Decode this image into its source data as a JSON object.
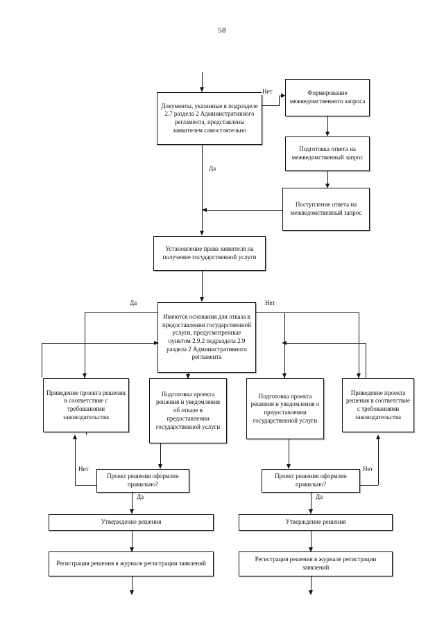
{
  "document": {
    "page_number": "58",
    "type": "flowchart",
    "language": "ru"
  },
  "nodes": {
    "docs_decision": "Документы, указанные в подразделе 2.7 раздела 2 Административного регламента, представлены заявителем самостоятельно",
    "form_request": "Формирование межведомственного запроса",
    "prepare_answer": "Подготовка ответа на межведомственный запрос",
    "receive_answer": "Поступление ответа на межведомственный запрос",
    "establish_right": "Установление права заявителя на получение государственной услуги",
    "refusal_decision": "Имеются основания для отказа в предоставлении государственной услуги, предусмотренные пунктом 2.9.2 подраздела 2.9 раздела 2 Административного регламента",
    "align_left": "Приведение проекта решения в соответствие с требованиями законодательства",
    "prepare_refusal": "Подготовка проекта решения и уведомления об отказе в предоставлении государственной услуги",
    "prepare_grant": "Подготовка проекта решения и уведомления о предоставлении государственной услуги",
    "align_right": "Приведение проекта решения в соответствие с требованиями законодательства",
    "check_left": "Проект решения оформлен правильно?",
    "check_right": "Проект решения оформлен правильно?",
    "approve_left": "Утверждение решения",
    "approve_right": "Утверждение решения",
    "register_left": "Регистрация решения в журнале регистрации заявлений",
    "register_right": "Регистрация решения в журнале регистрации заявлений"
  },
  "edge_labels": {
    "docs_no": "Нет",
    "docs_yes": "Да",
    "refusal_yes": "Да",
    "refusal_no": "Нет",
    "check_left_no": "Нет",
    "check_left_yes": "Да",
    "check_right_no": "Нет",
    "check_right_yes": "Да"
  },
  "colors": {
    "ink": "#111111",
    "background": "#ffffff",
    "shadow": "rgba(40,40,40,0.38)"
  }
}
